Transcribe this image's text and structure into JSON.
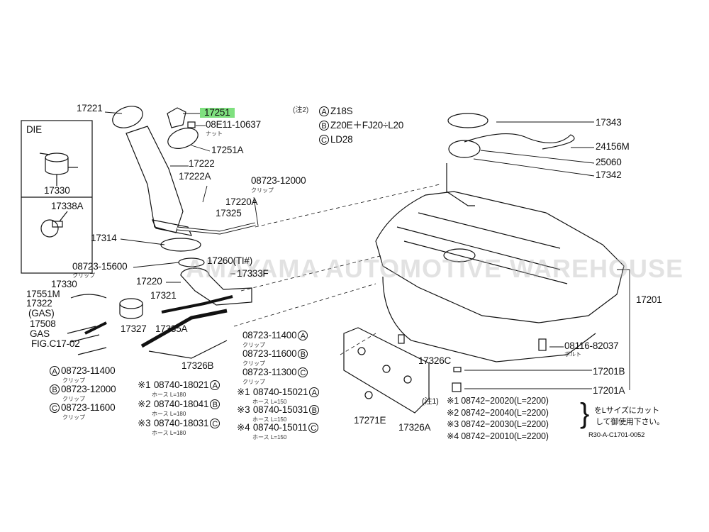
{
  "watermark": "AMAYAMA AUTOMOTIVE WAREHOUSE",
  "highlight_color": "#7fe07f",
  "inset": {
    "title": "DIE",
    "parts": [
      "17330",
      "17338A"
    ]
  },
  "labels": {
    "p17221": "17221",
    "p17251": "17251",
    "p08e11": "08E11-10637",
    "nut": "ナット",
    "p17251a": "17251A",
    "p17222": "17222",
    "p17222a": "17222A",
    "p0872312000": "08723-12000",
    "clip": "クリップ",
    "p17220a": "17220A",
    "p17325": "17325",
    "p17314": "17314",
    "p0872315600": "08723-15600",
    "p17260": "17260(TI#)",
    "p17333f": "17333F",
    "p17220": "17220",
    "p17330": "17330",
    "p17551m": "17551M",
    "p17322": "17322",
    "gas1": "(GAS)",
    "p17321": "17321",
    "p17508": "17508",
    "gas2": "GAS",
    "fig": "FIG.C17-02",
    "p17327": "17327",
    "p17335a": "17335A",
    "p17326b": "17326B",
    "p17343": "17343",
    "p24156m": "24156M",
    "p25060": "25060",
    "p17342": "17342",
    "p17201": "17201",
    "p0811682037": "08116-82037",
    "bolt": "ボルト",
    "p17326c": "17326C",
    "p17201b": "17201B",
    "p17201a": "17201A",
    "p17271e": "17271E",
    "p17326a": "17326A",
    "ref": "R30-A-C1701-0052"
  },
  "note2": {
    "label": "(注2)",
    "rows": [
      {
        "mark": "A",
        "text": "Z18S"
      },
      {
        "mark": "B",
        "text": "Z20E＋FJ20÷L20"
      },
      {
        "mark": "C",
        "text": "LD28"
      }
    ]
  },
  "clips_right": [
    {
      "part": "08723-11400",
      "mark": "A",
      "sub": "クリップ"
    },
    {
      "part": "08723-11600",
      "mark": "B",
      "sub": "クリップ"
    },
    {
      "part": "08723-11300",
      "mark": "C",
      "sub": "クリップ"
    }
  ],
  "clips_left": [
    {
      "mark": "A",
      "part": "08723-11400",
      "sub": "クリップ"
    },
    {
      "mark": "B",
      "part": "08723-12000",
      "sub": "クリップ"
    },
    {
      "mark": "C",
      "part": "08723-11600",
      "sub": "クリップ"
    }
  ],
  "hoses_180": [
    {
      "no": "※1",
      "part": "08740-18021",
      "mark": "A",
      "sub": "ホース L=180"
    },
    {
      "no": "※2",
      "part": "08740-18041",
      "mark": "B",
      "sub": "ホース L=180"
    },
    {
      "no": "※3",
      "part": "08740-18031",
      "mark": "C",
      "sub": "ホース L=180"
    }
  ],
  "hoses_150": [
    {
      "no": "※1",
      "part": "08740-15021",
      "mark": "A",
      "sub": "ホース L=150"
    },
    {
      "no": "※3",
      "part": "08740-15031",
      "mark": "B",
      "sub": "ホース L=150"
    },
    {
      "no": "※4",
      "part": "08740-15011",
      "mark": "C",
      "sub": "ホース L=150"
    }
  ],
  "note1": {
    "label": "(注1)",
    "rows": [
      "※1 08742−20020(L=2200)",
      "※2 08742−20040(L=2200)",
      "※3 08742−20030(L=2200)",
      "※4 08742−20010(L=2200)"
    ],
    "cut_note": [
      "をLサイズにカット",
      "して御使用下さい。"
    ]
  }
}
